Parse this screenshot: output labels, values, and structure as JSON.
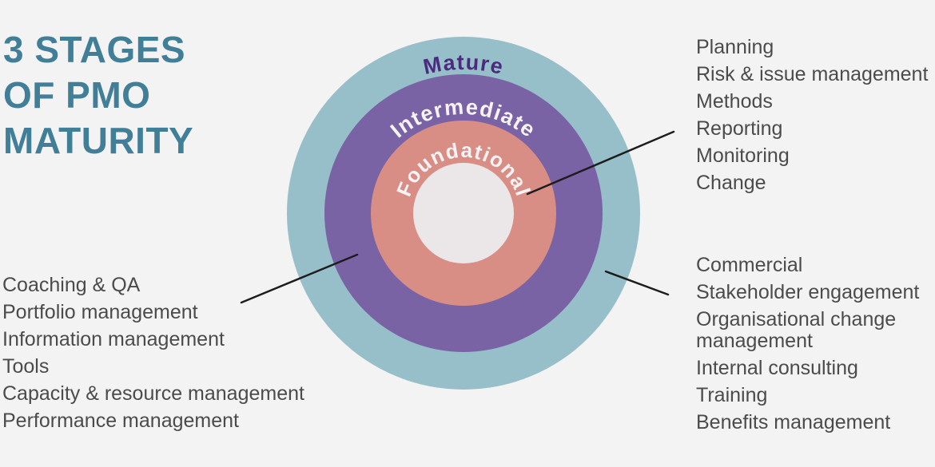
{
  "title": {
    "lines": [
      "3 STAGES",
      "OF PMO",
      "MATURITY"
    ],
    "color": "#417f98"
  },
  "diagram": {
    "rings": [
      {
        "name": "mature",
        "label": "Mature",
        "color": "#97bfc9",
        "label_color": "#4a2b7e"
      },
      {
        "name": "intermediate",
        "label": "Intermediate",
        "color": "#7963a5",
        "label_color": "#f7f3f5"
      },
      {
        "name": "foundational",
        "label": "Foundational",
        "color": "#d88e84",
        "label_color": "#f7f3f5"
      }
    ],
    "center_color": "#ebe7e9",
    "connector_color": "#1d1d1d"
  },
  "lists": {
    "foundational": {
      "items": [
        "Planning",
        "Risk & issue management",
        "Methods",
        "Reporting",
        "Monitoring",
        "Change"
      ]
    },
    "intermediate": {
      "items": [
        "Coaching & QA",
        "Portfolio management",
        "Information management",
        "Tools",
        "Capacity & resource management",
        "Performance management"
      ]
    },
    "mature": {
      "items": [
        "Commercial",
        "Stakeholder engagement",
        "Organisational change management",
        "Internal consulting",
        "Training",
        "Benefits management"
      ]
    }
  },
  "text_color": "#4b4b4b",
  "background_color": "#f4f3f4"
}
